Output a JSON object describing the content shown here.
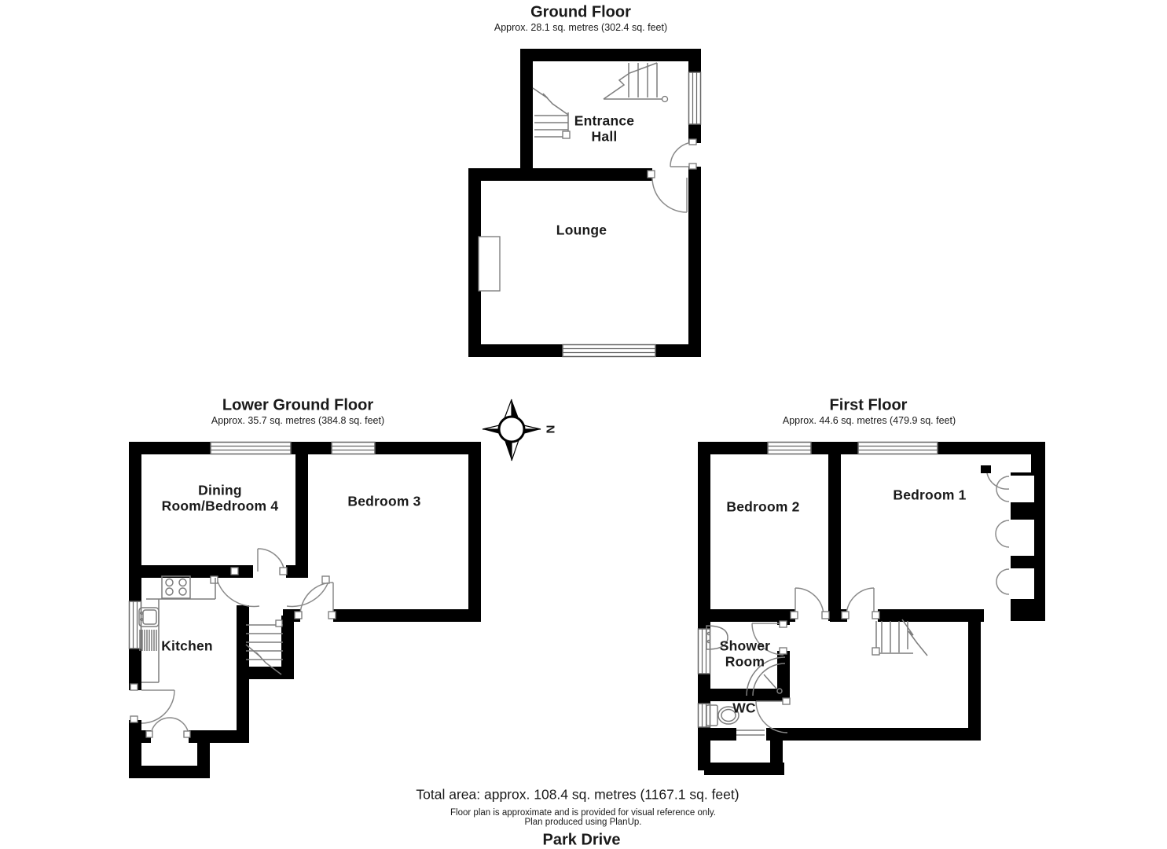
{
  "floors": [
    {
      "title": "Ground Floor",
      "area_label": "Approx. 28.1 sq. metres (302.4 sq. feet)",
      "rooms": [
        {
          "name": "Entrance Hall"
        },
        {
          "name": "Lounge"
        }
      ]
    },
    {
      "title": "Lower Ground Floor",
      "area_label": "Approx. 35.7 sq. metres (384.8 sq. feet)",
      "rooms": [
        {
          "name": "Dining Room/Bedroom 4"
        },
        {
          "name": "Bedroom 3"
        },
        {
          "name": "Kitchen"
        }
      ]
    },
    {
      "title": "First Floor",
      "area_label": "Approx. 44.6 sq. metres (479.9 sq. feet)",
      "rooms": [
        {
          "name": "Bedroom 2"
        },
        {
          "name": "Bedroom 1"
        },
        {
          "name": "Shower Room"
        },
        {
          "name": "WC"
        }
      ]
    }
  ],
  "compass": {
    "north_label": "N"
  },
  "footer": {
    "total_area": "Total area: approx. 108.4 sq. metres (1167.1 sq. feet)",
    "disclaimer_line1": "Floor plan is approximate and is provided for visual reference only.",
    "disclaimer_line2": "Plan produced using PlanUp.",
    "address": "Park Drive"
  },
  "colors": {
    "wall": "#000000",
    "fixture_line": "#7d7d7d",
    "text": "#1a1a1a",
    "background": "#ffffff"
  }
}
